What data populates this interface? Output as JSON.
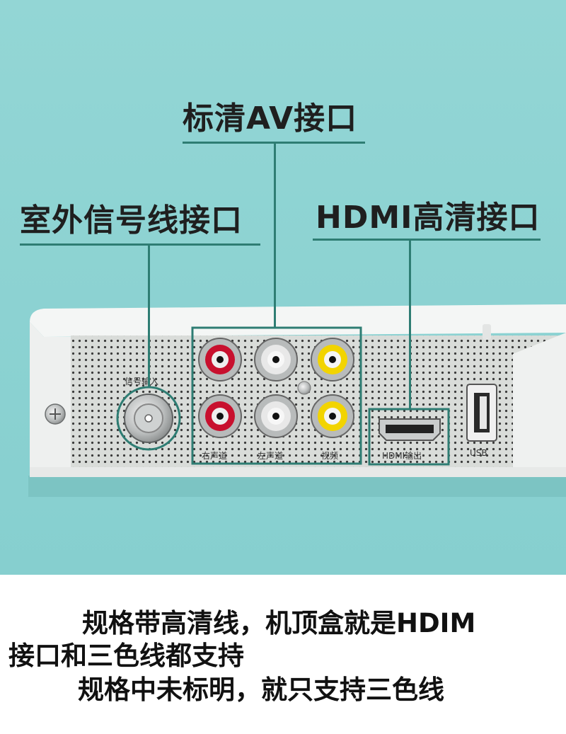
{
  "callouts": {
    "av": "标清AV接口",
    "antenna": "室外信号线接口",
    "hdmi": "HDMI高清接口"
  },
  "panel_labels": {
    "signal_input": "信号输入",
    "right_audio": "右声道",
    "left_audio": "左声道",
    "video": "视频",
    "hdmi_out": "HDMI输出",
    "usb": "USB"
  },
  "caption": {
    "line1": "规格带高清线，机顶盒就是HDIM",
    "line2": "接口和三色线都支持",
    "line3": "规格中未标明，就只支持三色线"
  },
  "colors": {
    "background": "#8fd3d3",
    "accent_line": "#2e7d73",
    "rca_red": "#c8102e",
    "rca_white": "#e8e8e8",
    "rca_yellow": "#f2d400"
  }
}
